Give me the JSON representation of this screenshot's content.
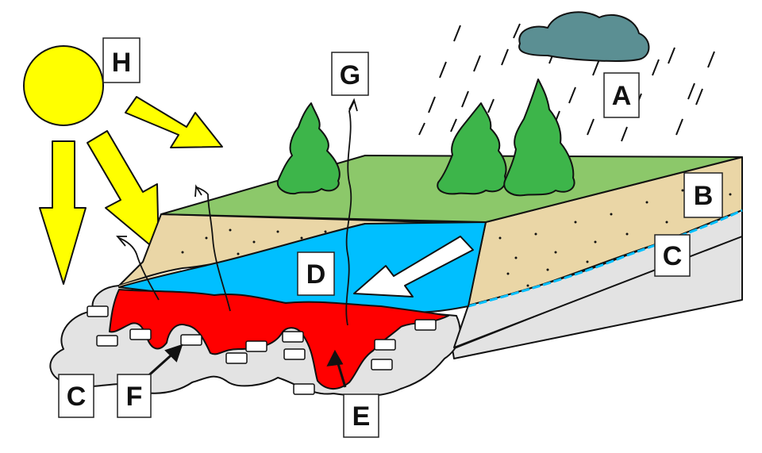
{
  "labels": {
    "a": "A",
    "b": "B",
    "c_right": "C",
    "c_left": "C",
    "d": "D",
    "e": "E",
    "f": "F",
    "g": "G",
    "h": "H"
  },
  "colors": {
    "sun": "#ffff00",
    "grass": "#8cc86a",
    "soil": "#ead6a6",
    "groundwater": "#00bfff",
    "contaminant": "#ff0000",
    "bedrock": "#e3e3e3",
    "tree": "#3db54a",
    "cloud": "#5b8f93"
  }
}
